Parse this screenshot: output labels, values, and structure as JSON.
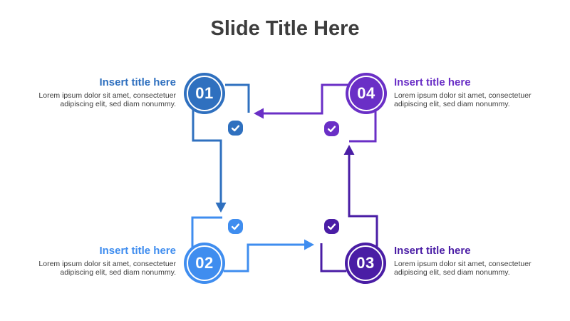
{
  "slide": {
    "title": "Slide Title Here"
  },
  "colors": {
    "step1": "#2f70bf",
    "step2": "#3f8def",
    "step3": "#4a1da5",
    "step4": "#6a2fc6",
    "heading": "#3d3d3d",
    "body": "#404040"
  },
  "steps": [
    {
      "number": "01",
      "title": "Insert title here",
      "description_lines": [
        "Lorem ipsum dolor sit amet, consectetuer",
        "adipiscing elit, sed diam nonummy."
      ]
    },
    {
      "number": "02",
      "title": "Insert title here",
      "description_lines": [
        "Lorem ipsum dolor sit amet, consectetuer",
        "adipiscing elit, sed diam nonummy."
      ]
    },
    {
      "number": "03",
      "title": "Insert title here",
      "description_lines": [
        "Lorem ipsum dolor sit amet, consectetuer",
        "adipiscing elit, sed diam nonummy."
      ]
    },
    {
      "number": "04",
      "title": "Insert title here",
      "description_lines": [
        "Lorem ipsum dolor sit amet, consectetuer",
        "adipiscing elit, sed diam nonummy."
      ]
    }
  ]
}
